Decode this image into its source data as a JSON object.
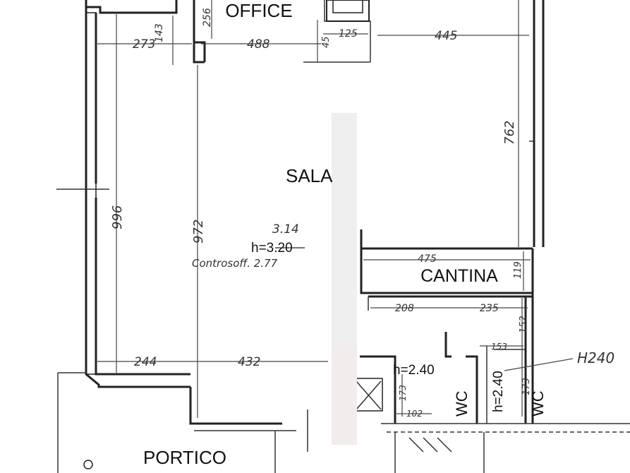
{
  "rooms": {
    "office": "OFFICE",
    "sala": "SALA",
    "cantina": "CANTINA",
    "wc1": "WC",
    "wc2": "WC",
    "portico": "PORTICO"
  },
  "heights": {
    "sala_h": "h=3.20",
    "sala_corrected": "3.14",
    "controsoffitto": "Controsoff. 2.77",
    "bath_h1": "h=2.40",
    "bath_h2": "h=2.40",
    "h_note": "H240"
  },
  "dimensions": {
    "d273": "273",
    "d143": "143",
    "d256": "256",
    "d488": "488",
    "d45": "45",
    "d125": "125",
    "d445": "445",
    "d762": "762",
    "d996": "996",
    "d972": "972",
    "d475": "475",
    "d119": "119",
    "d208": "208",
    "d235": "235",
    "d153": "153",
    "d152": "152",
    "d173a": "173",
    "d173b": "173",
    "d102": "102",
    "d244": "244",
    "d432": "432"
  }
}
